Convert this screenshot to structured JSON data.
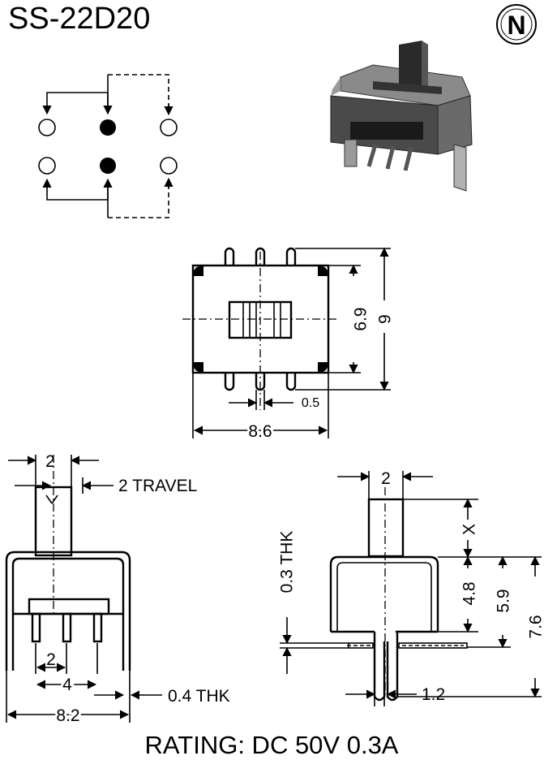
{
  "title": "SS-22D20",
  "logo_letter": "N",
  "rating": "RATING: DC 50V 0.3A",
  "top_view": {
    "dim_width": "8.6",
    "dim_height_inner": "6.9",
    "dim_height_outer": "9",
    "dim_pin": "0.5"
  },
  "front_view": {
    "dim_actuator": "2",
    "travel": "2 TRAVEL",
    "dim_pitch": "2",
    "dim_pin_span": "4",
    "dim_width": "8.2",
    "thickness": "0.4 THK"
  },
  "side_view": {
    "dim_actuator": "2",
    "dim_x": "X",
    "dim_body": "4.8",
    "dim_mid": "5.9",
    "dim_total": "7.6",
    "thickness": "0.3 THK",
    "dim_leg": "1.2"
  }
}
